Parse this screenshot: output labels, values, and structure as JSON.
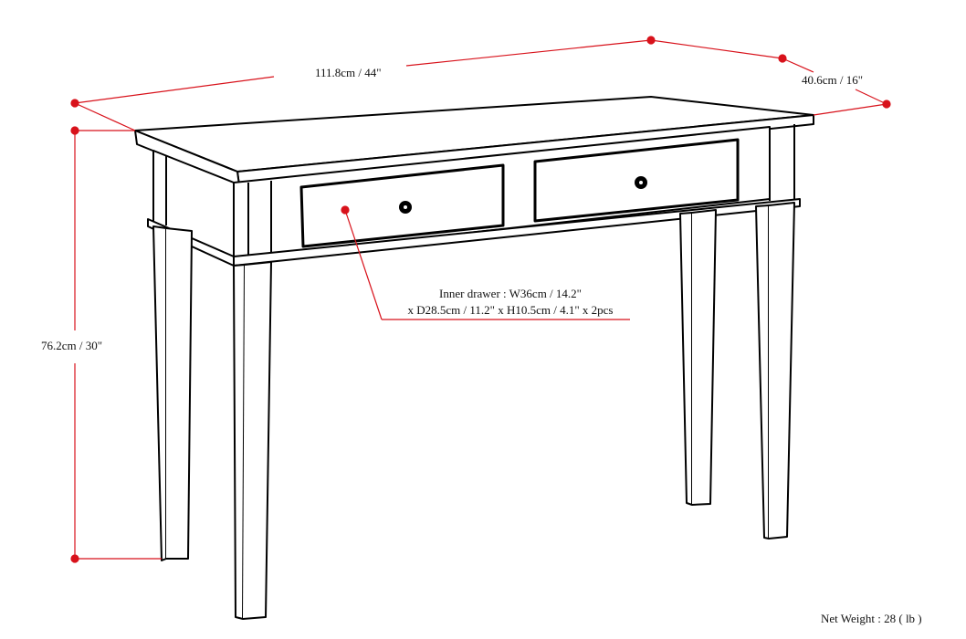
{
  "diagram": {
    "subject": "Console table with two drawers",
    "colors": {
      "dimension_line": "#d8121b",
      "outline": "#000000",
      "background": "#ffffff"
    },
    "dimensions": {
      "width": "111.8cm / 44\"",
      "depth": "40.6cm / 16\"",
      "height": "76.2cm / 30\""
    },
    "inner_drawer": {
      "line1": "Inner drawer  : W36cm / 14.2\"",
      "line2": "x D28.5cm / 11.2\" x H10.5cm / 4.1\" x 2pcs"
    },
    "net_weight": "Net Weight : 28 ( lb )"
  }
}
